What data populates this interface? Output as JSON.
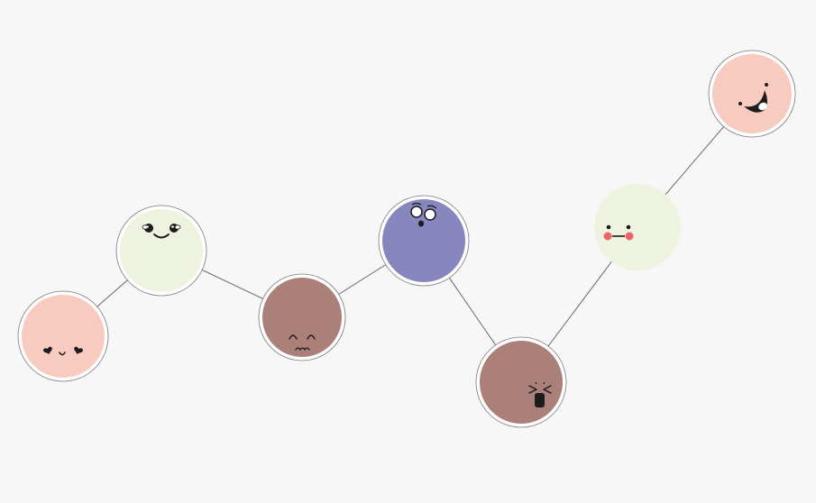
{
  "diagram": {
    "background": "#f7f7f7",
    "palette": {
      "peach": "#f8cbc0",
      "cream": "#eef3df",
      "brown": "#aa8078",
      "lavender": "#8786be",
      "line": "#6a6a6a",
      "blush": "#ee6366",
      "ink": "#1c1c1c"
    },
    "nodes": [
      {
        "id": "n1",
        "color": "peach",
        "ringed": true,
        "expression": "in-love"
      },
      {
        "id": "n2",
        "color": "cream",
        "ringed": true,
        "expression": "smiling"
      },
      {
        "id": "n3",
        "color": "brown",
        "ringed": true,
        "expression": "sad"
      },
      {
        "id": "n4",
        "color": "lavender",
        "ringed": true,
        "expression": "surprised"
      },
      {
        "id": "n5",
        "color": "brown",
        "ringed": true,
        "expression": "crying"
      },
      {
        "id": "n6",
        "color": "cream",
        "ringed": false,
        "expression": "blushing"
      },
      {
        "id": "n7",
        "color": "peach",
        "ringed": true,
        "expression": "laughing"
      }
    ],
    "edges": [
      [
        "n1",
        "n2"
      ],
      [
        "n2",
        "n3"
      ],
      [
        "n3",
        "n4"
      ],
      [
        "n4",
        "n5"
      ],
      [
        "n5",
        "n6"
      ],
      [
        "n6",
        "n7"
      ]
    ]
  }
}
